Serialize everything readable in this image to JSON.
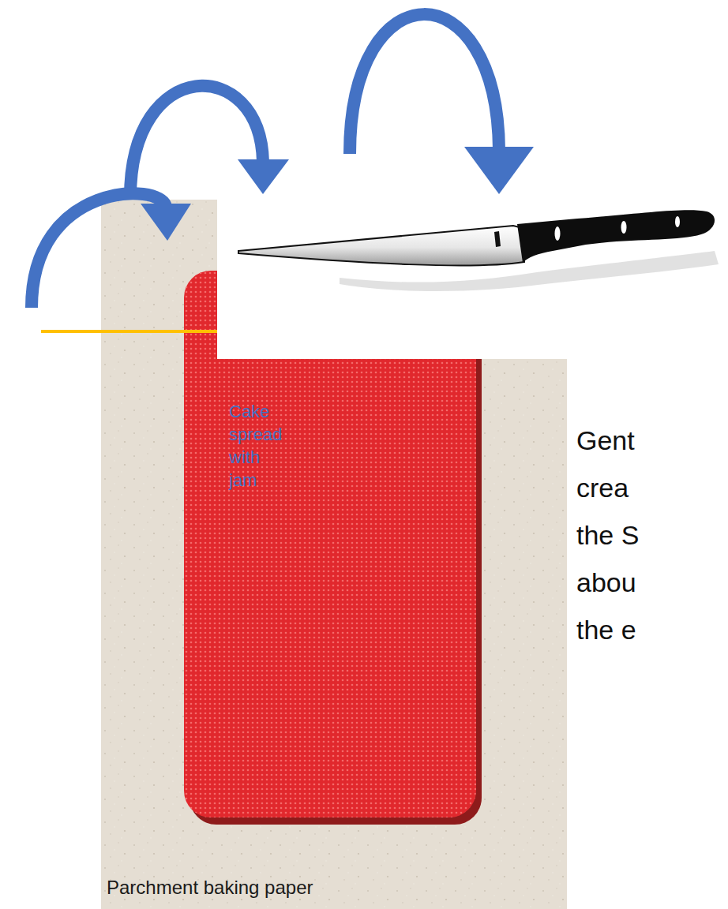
{
  "diagram": {
    "nodes": [
      {
        "text": [
          "Parchment baking paper"
        ]
      },
      {
        "text": [
          "Cake spread with jam"
        ],
        "in": 0
      }
    ],
    "labels": [
      "Gent crea the S abou the e"
    ]
  }
}
